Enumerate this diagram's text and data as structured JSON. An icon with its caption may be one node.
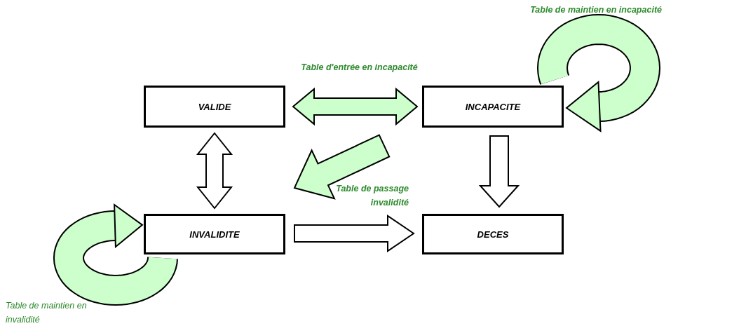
{
  "diagram": {
    "nodes": [
      {
        "text": [
          "VALIDE"
        ]
      },
      {
        "text": [
          "INCAPACITE"
        ]
      },
      {
        "text": [
          "INVALIDITE"
        ]
      },
      {
        "text": [
          "DECES"
        ]
      }
    ],
    "edges": [
      {
        "from": 0,
        "to": 1,
        "arrow": "both",
        "label": "Table d'entrée en incapacité"
      },
      {
        "from": 0,
        "to": 2,
        "arrow": "both"
      },
      {
        "from": 1,
        "to": 2,
        "arrow": "to",
        "label": "Table de passage invalidité"
      },
      {
        "from": 1,
        "to": 3,
        "arrow": "to"
      },
      {
        "from": 2,
        "to": 3,
        "arrow": "to"
      },
      {
        "from": 1,
        "to": 1,
        "arrow": "to",
        "label": "Table de maintien en incapacité"
      },
      {
        "from": 2,
        "to": 2,
        "arrow": "to",
        "label": "Table de maintien en invalidité"
      }
    ]
  }
}
